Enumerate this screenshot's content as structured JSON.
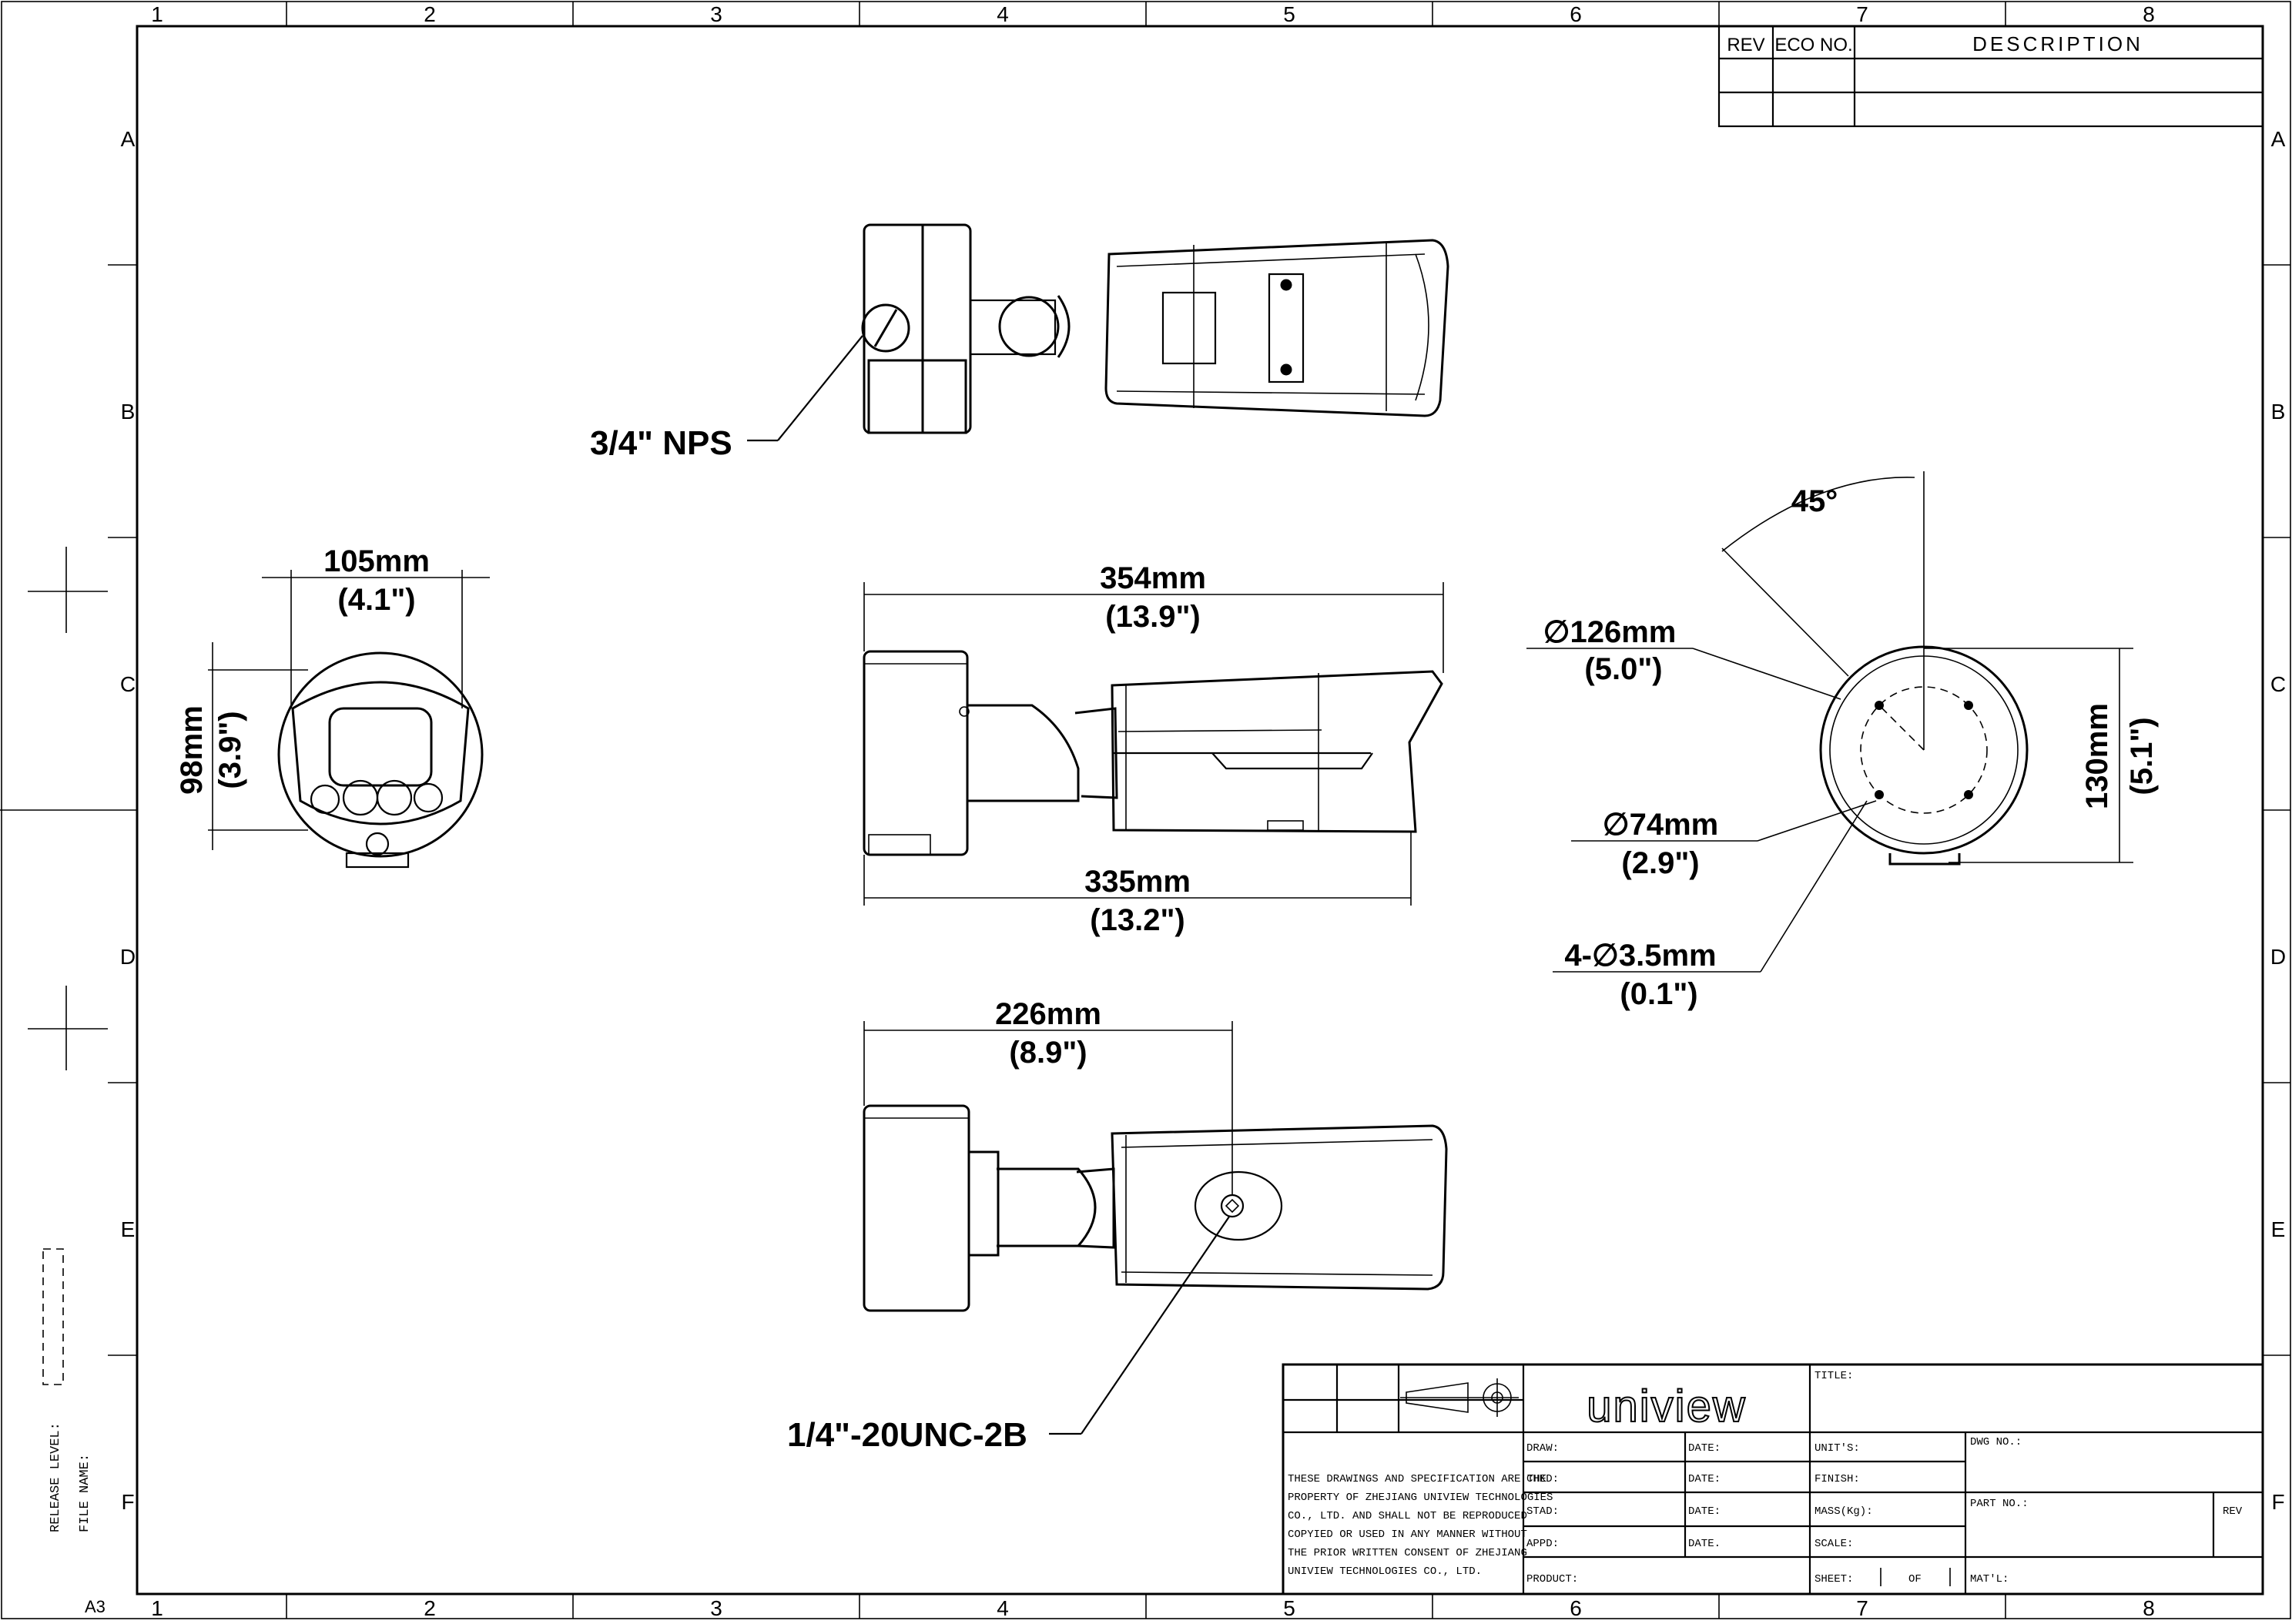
{
  "zones": {
    "columns": [
      "1",
      "2",
      "3",
      "4",
      "5",
      "6",
      "7",
      "8"
    ],
    "rows": [
      "A",
      "B",
      "C",
      "D",
      "E",
      "F"
    ]
  },
  "revision_table": {
    "rev": "REV",
    "eco": "ECO NO.",
    "description": "DESCRIPTION"
  },
  "left_margin": {
    "release_level": "RELEASE LEVEL:",
    "file_name": "FILE NAME:",
    "sheet_size": "A3"
  },
  "callouts": {
    "nps": "3/4\" NPS",
    "unc": "1/4\"-20UNC-2B",
    "angle": "45°"
  },
  "dimensions": {
    "front_width": {
      "mm": "105mm",
      "inch": "(4.1\")"
    },
    "front_height": {
      "mm": "98mm",
      "inch": "(3.9\")"
    },
    "overall_length": {
      "mm": "354mm",
      "inch": "(13.9\")"
    },
    "body_length": {
      "mm": "335mm",
      "inch": "(13.2\")"
    },
    "mount_offset": {
      "mm": "226mm",
      "inch": "(8.9\")"
    },
    "base_diameter": {
      "mm": "∅126mm",
      "inch": "(5.0\")"
    },
    "bolt_circle": {
      "mm": "∅74mm",
      "inch": "(2.9\")"
    },
    "holes": {
      "mm": "4-∅3.5mm",
      "inch": "(0.1\")"
    },
    "base_height": {
      "mm": "130mm",
      "inch": "(5.1\")"
    }
  },
  "title_block": {
    "logo": "uniview",
    "notice": [
      "THESE DRAWINGS AND SPECIFICATION ARE THE",
      "PROPERTY OF ZHEJIANG UNIVIEW TECHNOLOGIES",
      "CO., LTD. AND SHALL NOT BE REPRODUCED",
      "COPYIED OR USED IN ANY MANNER WITHOUT",
      "THE PRIOR WRITTEN CONSENT OF ZHEJIANG",
      "UNIVIEW TECHNOLOGIES CO., LTD."
    ],
    "draw": "DRAW:",
    "chkd": "CHKD:",
    "stad": "STAD:",
    "appd": "APPD:",
    "product": "PRODUCT:",
    "date1": "DATE:",
    "date2": "DATE:",
    "date3": "DATE:",
    "date4": "DATE.",
    "title": "TITLE:",
    "units": "UNIT'S:",
    "finish": "FINISH:",
    "mass": "MASS(Kg):",
    "scale": "SCALE:",
    "sheet": "SHEET:",
    "of": "OF",
    "dwg_no": "DWG NO.:",
    "part_no": "PART NO.:",
    "rev": "REV",
    "matl": "MAT'L:"
  }
}
